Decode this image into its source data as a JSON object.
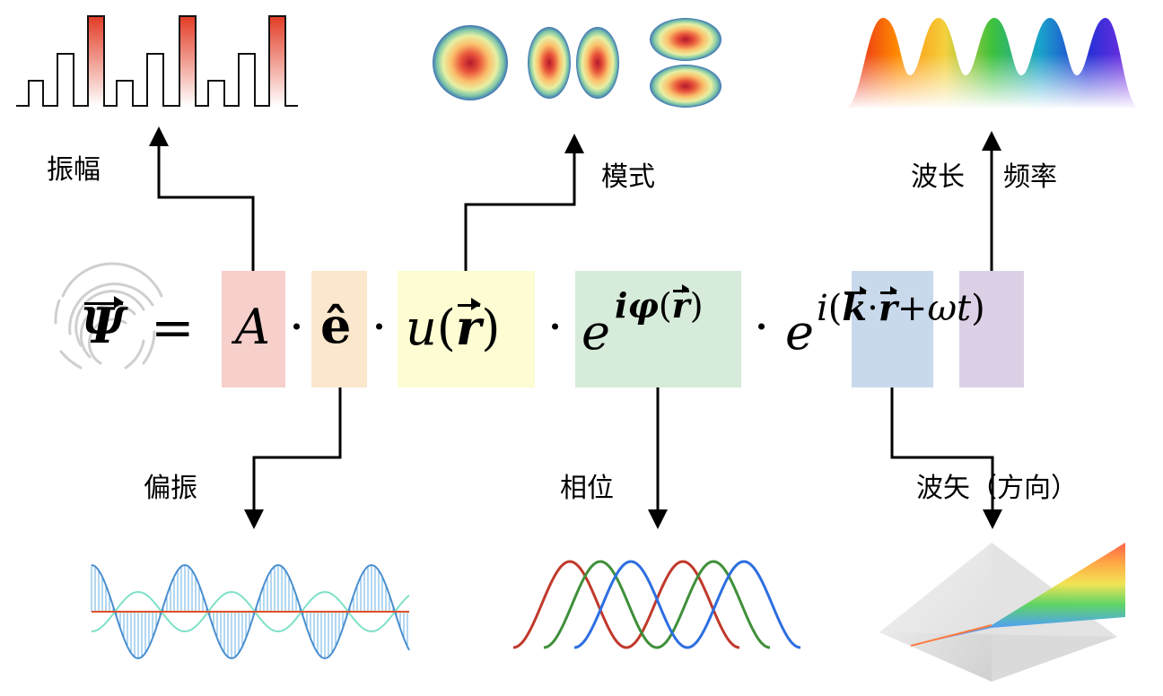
{
  "equation": {
    "lhs": "Ψ",
    "equals": "=",
    "dot": "·",
    "amplitude": "A",
    "polarization": "ê",
    "mode_func": "u",
    "r": "r",
    "paren_open": "(",
    "paren_close": ")",
    "e": "e",
    "phase_exp_i": "i",
    "phase_exp_phi": "φ",
    "k": "k",
    "plus": "+",
    "omega_t": "ωt",
    "i2": "i"
  },
  "labels": {
    "amplitude": "振幅",
    "mode": "模式",
    "wavelength": "波长",
    "frequency": "频率",
    "polarization": "偏振",
    "phase": "相位",
    "wavevector": "波矢（方向）"
  },
  "colors": {
    "amplitude_box": "#f7cfcb",
    "polarization_box": "#fbe7cc",
    "mode_box": "#fdfcd2",
    "phase_box": "#d6ebd9",
    "wavevector_box": "#c9d9ec",
    "frequency_box": "#dcd0e6",
    "arrow": "#000000"
  },
  "icons": [
    "fingerprint-icon",
    "bar-spectrum-icon",
    "mode-pattern-icon",
    "rainbow-spectrum-icon",
    "polarized-wave-icon",
    "phase-sine-icon",
    "prism-icon"
  ]
}
